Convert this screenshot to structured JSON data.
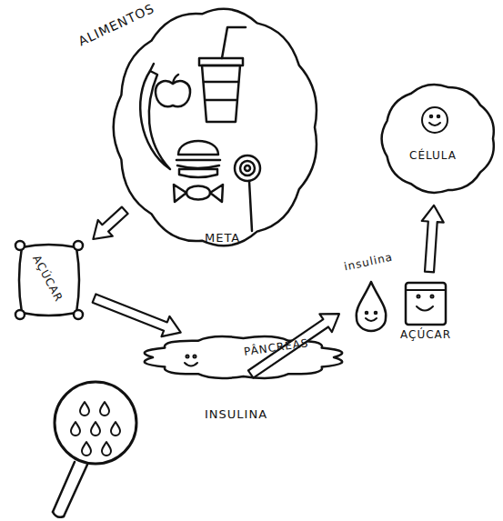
{
  "diagram": {
    "nodes": [
      {
        "text": [
          "ALIMENTOS",
          "META"
        ]
      },
      {
        "text": [
          "AÇÚCAR"
        ]
      },
      {
        "text": [
          "PÂNCREAS"
        ]
      },
      {
        "text": [
          "INSULINA"
        ]
      },
      {
        "text": [
          "insulina"
        ]
      },
      {
        "text": [
          "AÇÚCAR"
        ]
      },
      {
        "text": [
          "CÉLULA"
        ]
      }
    ],
    "edges": [
      {
        "from": 0,
        "to": 1,
        "arrow": "to"
      },
      {
        "from": 1,
        "to": 2,
        "arrow": "to"
      },
      {
        "from": 3,
        "to": 4,
        "arrow": "to"
      },
      {
        "from": 5,
        "to": 6,
        "arrow": "to"
      }
    ]
  }
}
